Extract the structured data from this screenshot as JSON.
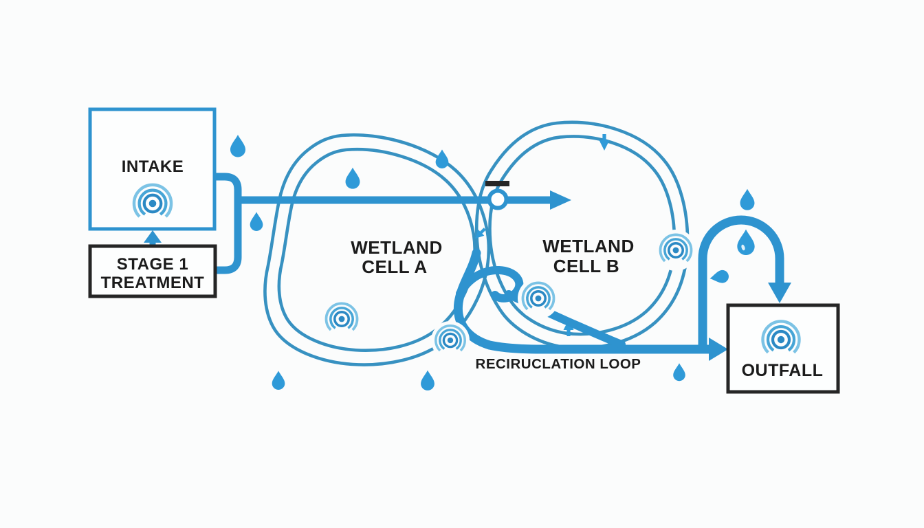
{
  "colors": {
    "background": "#FBFCFC",
    "pipe_blue": "#2E93CF",
    "outline_blue": "#3791C1",
    "droplet_blue": "#2F9AD8",
    "sensor_dark": "#2B89C4",
    "sensor_mid": "#47A5D6",
    "sensor_light": "#7CC3E5",
    "box_border_black": "#252525",
    "text_black": "#1B1B1B"
  },
  "nodes": {
    "intake": {
      "label": "INTAKE"
    },
    "stage1_treatment": {
      "line1": "STAGE 1",
      "line2": "TREATMENT"
    },
    "wetland_cell_a": {
      "line1": "WETLAND",
      "line2": "CELL A"
    },
    "wetland_cell_b": {
      "line1": "WETLAND",
      "line2": "CELL B"
    },
    "outfall": {
      "label": "OUTFALL"
    },
    "recirculation_loop": {
      "label": "RECIRUCLATION LOOP"
    }
  },
  "icons": {
    "sensor": "concentric-ripple-sensor",
    "droplet": "water-drop",
    "valve": "inline-valve-circle-with-bar",
    "flow_marker": "small-flow-arrow"
  }
}
